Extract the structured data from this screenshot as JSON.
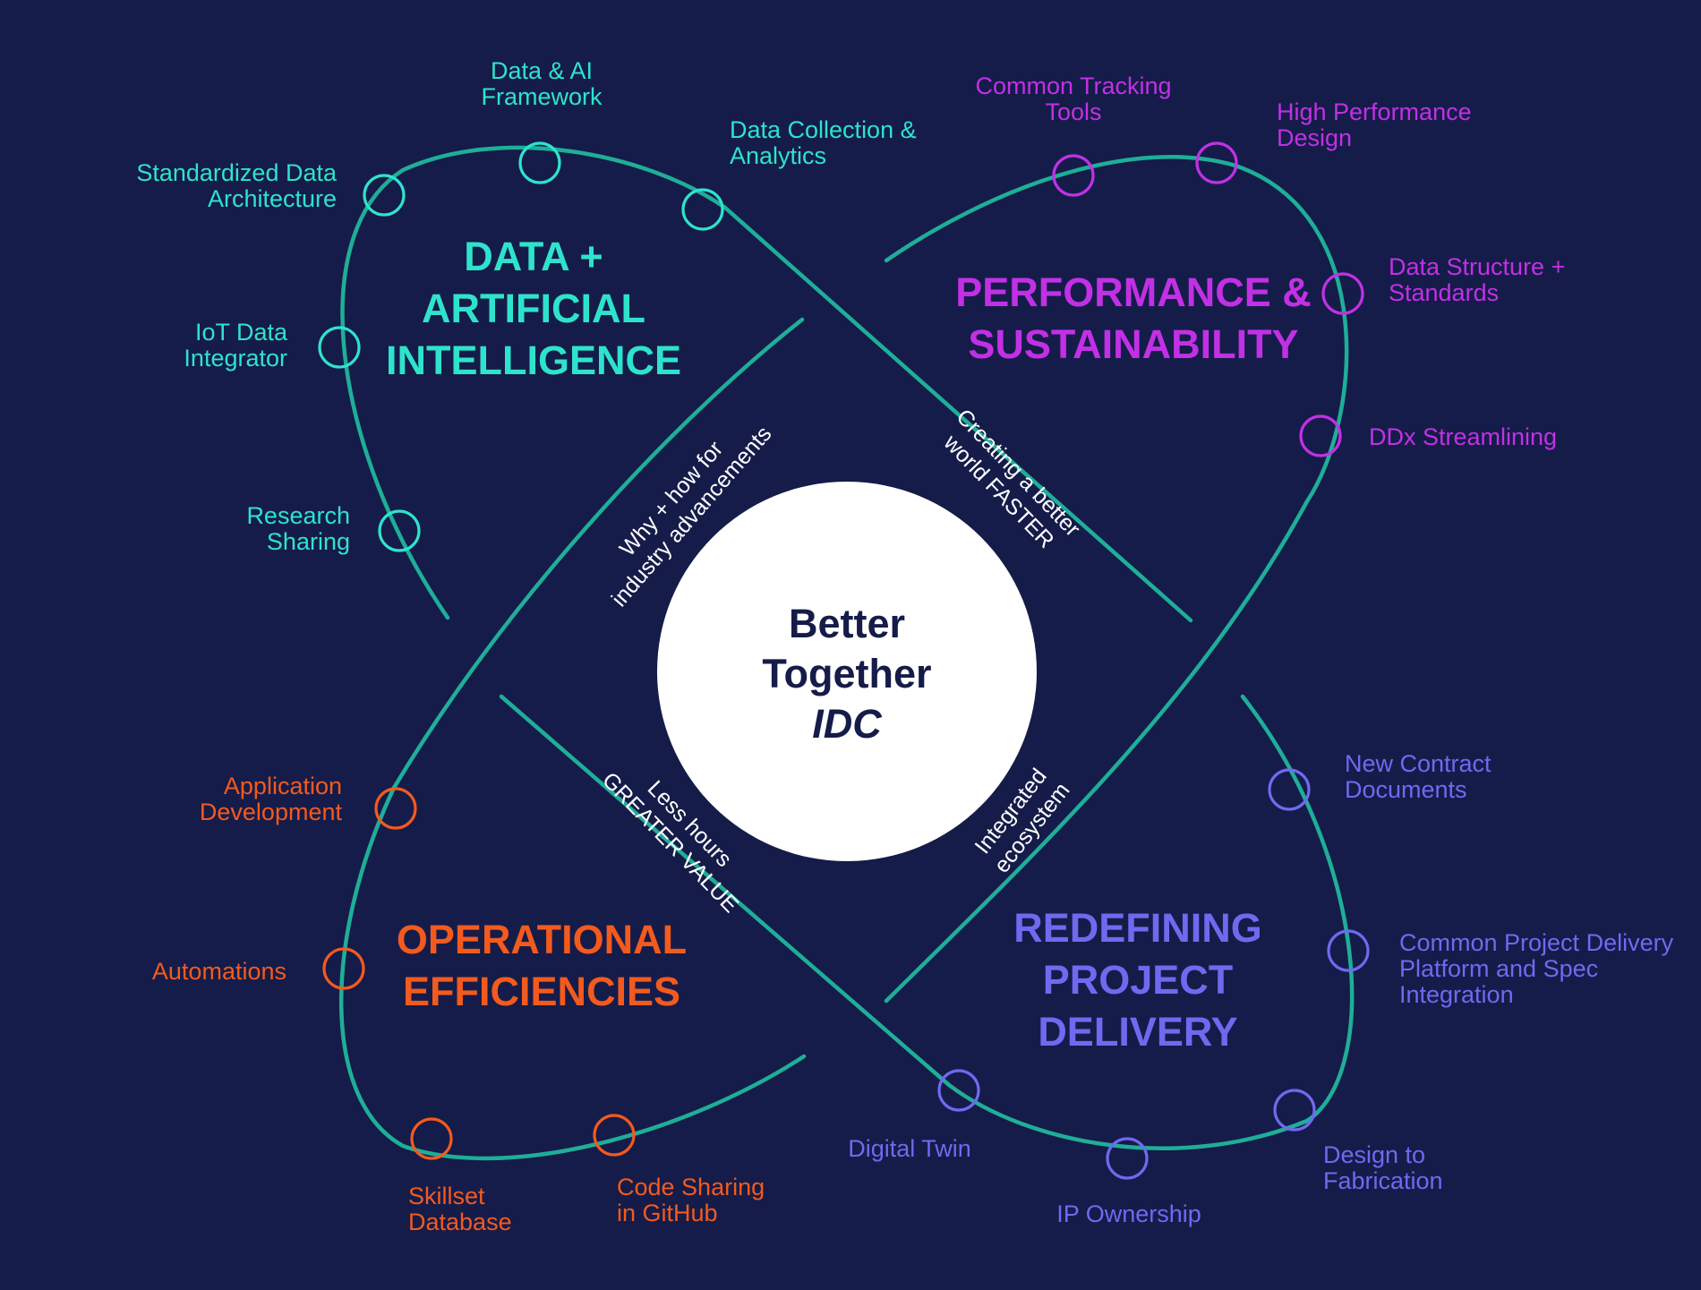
{
  "colors": {
    "background": "#151c49",
    "orbit": "#1fae98",
    "data_ai": "#2ee3cc",
    "performance": "#c230e6",
    "operational": "#f35a1e",
    "delivery": "#6e6af0",
    "center_fill": "#ffffff",
    "center_text": "#151c49"
  },
  "center": {
    "line1": "Better",
    "line2": "Together",
    "line3": "IDC"
  },
  "connectors": {
    "top_left": {
      "line1": "Why + how for",
      "line2": "industry advancements"
    },
    "top_right": {
      "line1": "Creating a better",
      "line2": "world FASTER"
    },
    "bottom_left": {
      "line1": "Less hours",
      "line2": "GREATER VALUE"
    },
    "bottom_right": {
      "line1": "Integrated",
      "line2": "ecosystem"
    }
  },
  "quadrants": {
    "data_ai": {
      "heading": [
        "DATA +",
        "ARTIFICIAL",
        "INTELLIGENCE"
      ],
      "items": [
        [
          "Data & AI",
          "Framework"
        ],
        [
          "Data Collection &",
          "Analytics"
        ],
        [
          "Standardized Data",
          "Architecture"
        ],
        [
          "IoT Data",
          "Integrator"
        ],
        [
          "Research",
          "Sharing"
        ]
      ]
    },
    "performance": {
      "heading": [
        "PERFORMANCE &",
        "SUSTAINABILITY"
      ],
      "items": [
        [
          "Common Tracking",
          "Tools"
        ],
        [
          "High Performance",
          "Design"
        ],
        [
          "Data Structure +",
          "Standards"
        ],
        [
          "DDx Streamlining"
        ]
      ]
    },
    "operational": {
      "heading": [
        "OPERATIONAL",
        "EFFICIENCIES"
      ],
      "items": [
        [
          "Application",
          "Development"
        ],
        [
          "Automations"
        ],
        [
          "Skillset",
          "Database"
        ],
        [
          "Code Sharing",
          "in GitHub"
        ]
      ]
    },
    "delivery": {
      "heading": [
        "REDEFINING",
        "PROJECT",
        "DELIVERY"
      ],
      "items": [
        [
          "New Contract",
          "Documents"
        ],
        [
          "Common Project Delivery",
          "Platform and Spec",
          "Integration"
        ],
        [
          "Design to",
          "Fabrication"
        ],
        [
          "IP Ownership"
        ],
        [
          "Digital Twin"
        ]
      ]
    }
  }
}
